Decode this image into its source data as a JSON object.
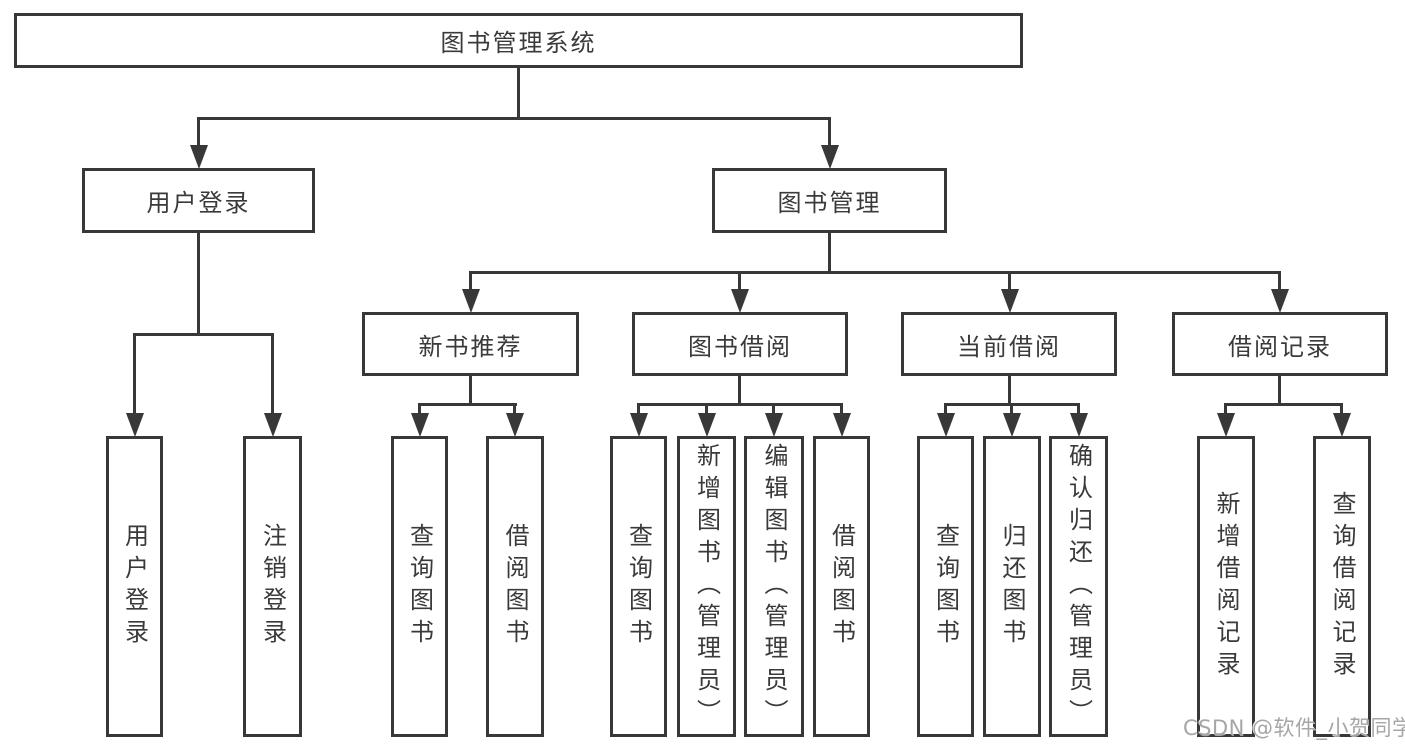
{
  "tree": {
    "root": {
      "label": "图书管理系统",
      "children": [
        {
          "label": "用户登录",
          "children": [
            {
              "label": "用户登录"
            },
            {
              "label": "注销登录"
            }
          ]
        },
        {
          "label": "图书管理",
          "children": [
            {
              "label": "新书推荐",
              "children": [
                {
                  "label": "查询图书"
                },
                {
                  "label": "借阅图书"
                }
              ]
            },
            {
              "label": "图书借阅",
              "children": [
                {
                  "label": "查询图书"
                },
                {
                  "label": "新增图书（管理员）"
                },
                {
                  "label": "编辑图书（管理员）"
                },
                {
                  "label": "借阅图书"
                }
              ]
            },
            {
              "label": "当前借阅",
              "children": [
                {
                  "label": "查询图书"
                },
                {
                  "label": "归还图书"
                },
                {
                  "label": "确认归还（管理员）"
                }
              ]
            },
            {
              "label": "借阅记录",
              "children": [
                {
                  "label": "新增借阅记录"
                },
                {
                  "label": "查询借阅记录"
                }
              ]
            }
          ]
        }
      ]
    }
  },
  "watermark": "CSDN @软件_小贺同学",
  "colors": {
    "line": "#383838",
    "text": "#3a3a3a",
    "background": "#ffffff",
    "watermark": "#a6a6a6"
  }
}
